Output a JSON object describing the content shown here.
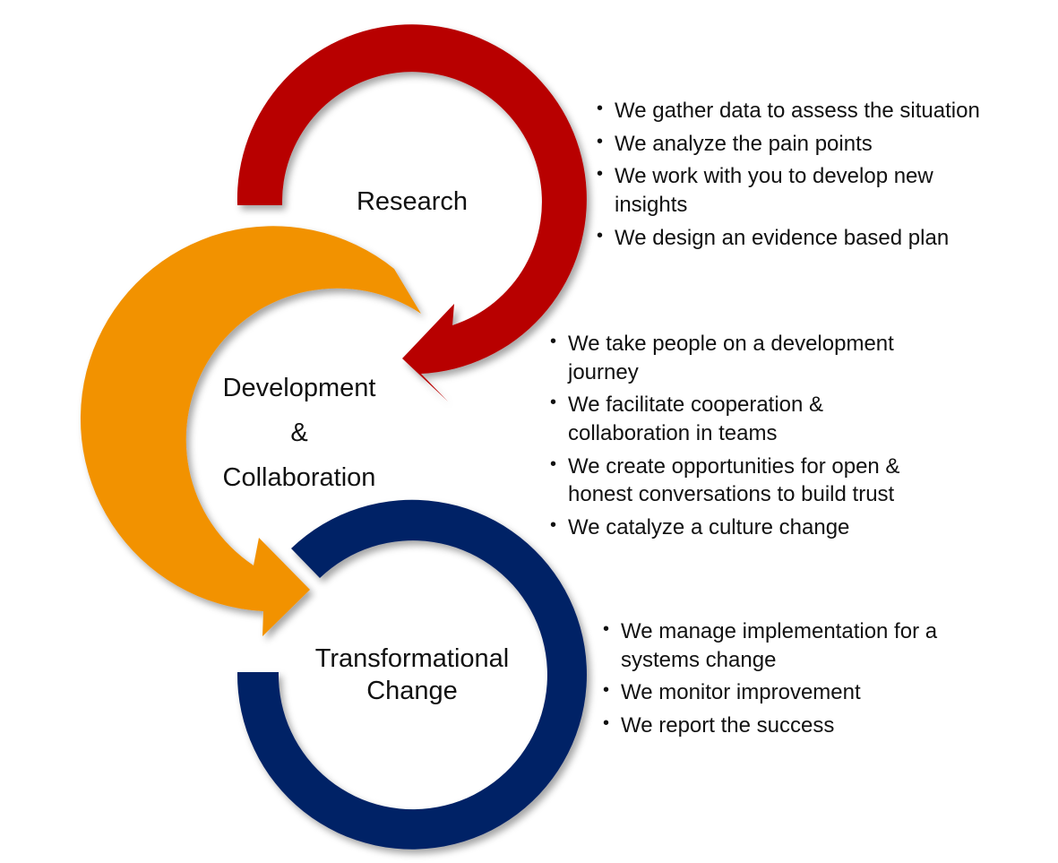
{
  "colors": {
    "research": "#b80000",
    "development": "#f29200",
    "transformation": "#002366"
  },
  "stages": [
    {
      "id": "research",
      "label": "Research",
      "bullets": [
        "We gather data to assess the situation",
        "We analyze the pain points",
        "We work with you to develop new insights",
        "We design an evidence based plan"
      ]
    },
    {
      "id": "development",
      "label_lines": [
        "Development",
        "&",
        "Collaboration"
      ],
      "bullets": [
        "We take people on a development journey",
        "We facilitate cooperation & collaboration in teams",
        "We create opportunities for open & honest conversations to build trust",
        "We catalyze a culture change"
      ]
    },
    {
      "id": "transformation",
      "label_lines": [
        "Transformational",
        "Change"
      ],
      "bullets": [
        "We manage implementation for a systems change",
        "We monitor improvement",
        "We report the success"
      ]
    }
  ]
}
